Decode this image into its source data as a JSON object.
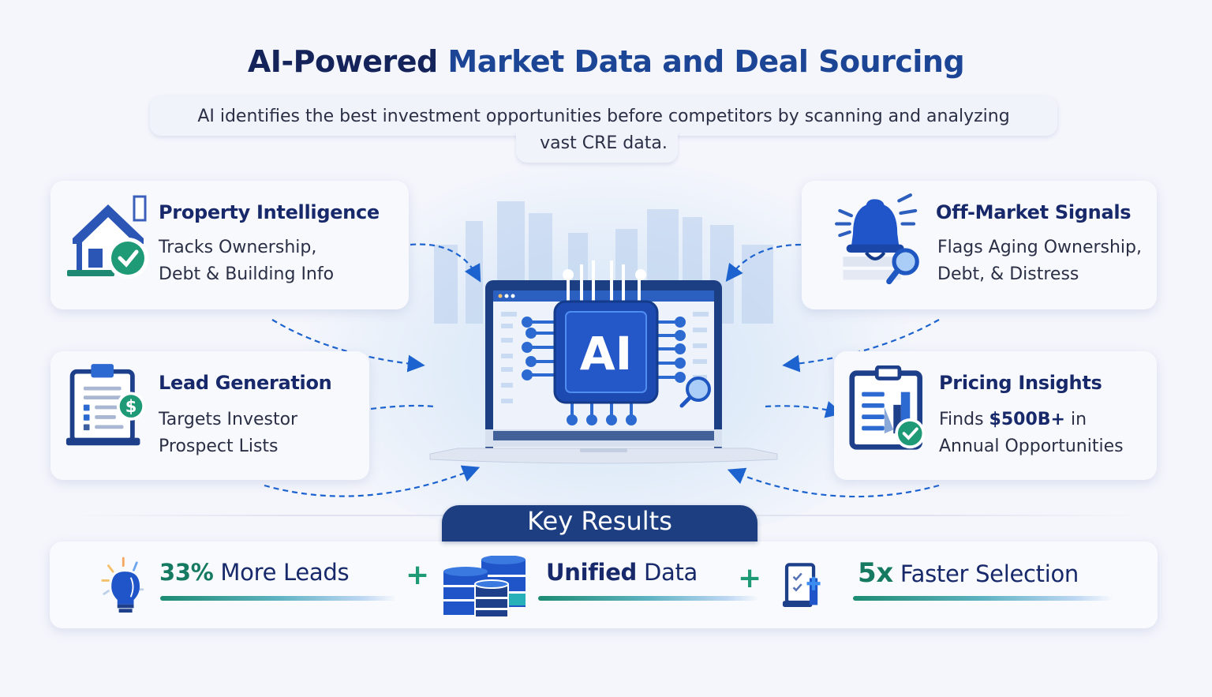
{
  "header": {
    "title_part1": "AI-Powered",
    "title_part2": " Market Data and Deal Sourcing",
    "subtitle_line1": "AI identifies the best investment opportunities before competitors by scanning and analyzing",
    "subtitle_line2": "vast CRE data."
  },
  "center": {
    "chip_label": "AI",
    "icon": "laptop-ai-chip-icon"
  },
  "cards": [
    {
      "title": "Property Intelligence",
      "desc_line1": "Tracks Ownership,",
      "desc_line2": "Debt & Building Info",
      "icon": "house-check-icon"
    },
    {
      "title": "Off-Market Signals",
      "desc_line1": "Flags Aging Ownership,",
      "desc_line2": "Debt, & Distress",
      "icon": "bell-search-icon"
    },
    {
      "title": "Lead Generation",
      "desc_line1": "Targets Investor",
      "desc_line2": "Prospect Lists",
      "icon": "clipboard-dollar-icon"
    },
    {
      "title": "Pricing Insights",
      "desc_pre": "Finds ",
      "desc_bold": "$500B+",
      "desc_post": " in",
      "desc_line2": "Annual Opportunities",
      "icon": "clipboard-chart-check-icon"
    }
  ],
  "key_results": {
    "label": "Key Results",
    "items": [
      {
        "num": "33%",
        "text": " More Leads",
        "icon": "lightbulb-icon"
      },
      {
        "bold": "Unified",
        "text": " Data",
        "icon": "database-icon"
      },
      {
        "num": "5x",
        "text": " Faster Selection",
        "icon": "checklist-icon"
      }
    ],
    "separator": "+"
  },
  "colors": {
    "navy": "#17296a",
    "blue": "#1c4596",
    "green": "#1f9a76",
    "background": "#f5f6fc"
  }
}
